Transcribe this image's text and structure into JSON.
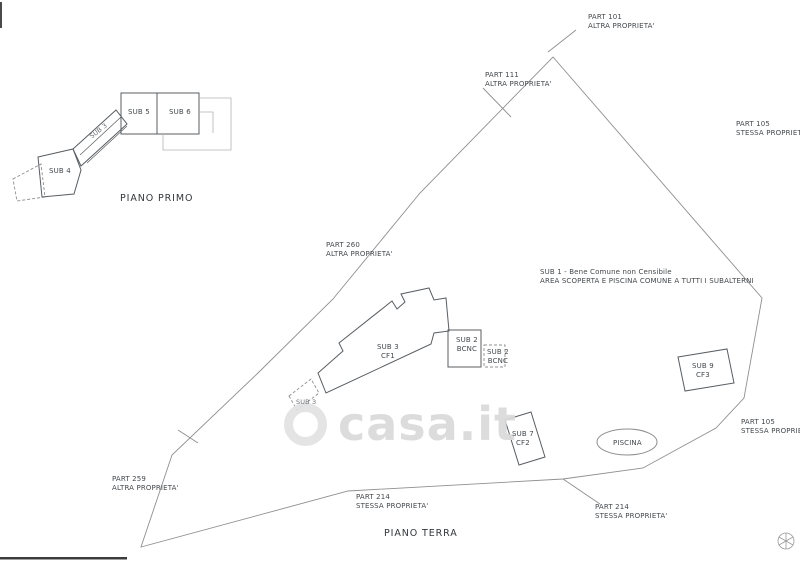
{
  "watermark": {
    "text": "casa.it"
  },
  "colors": {
    "parcel_line": "#8f8f8f",
    "building_line": "#595d61",
    "label_text": "#43484c",
    "watermark_gray": "#dadada"
  },
  "piano_primo": {
    "title": "PIANO PRIMO",
    "labels": {
      "sub4": "SUB 4",
      "sub3": "SUB 3",
      "sub5": "SUB 5",
      "sub6": "SUB 6"
    }
  },
  "piano_terra": {
    "title": "PIANO TERRA",
    "area_note": [
      "SUB 1 - Bene Comune non Censibile",
      "AREA SCOPERTA E PISCINA COMUNE A TUTTI I SUBALTERNI"
    ],
    "parcels": {
      "part_101": [
        "PART 101",
        "ALTRA PROPRIETA'"
      ],
      "part_111": [
        "PART 111",
        "ALTRA PROPRIETA'"
      ],
      "part_105_top": [
        "PART 105",
        "STESSA PROPRIETA'"
      ],
      "part_260": [
        "PART 260",
        "ALTRA PROPRIETA'"
      ],
      "part_105_right": [
        "PART 105",
        "STESSA PROPRIETA'"
      ],
      "part_259": [
        "PART 259",
        "ALTRA PROPRIETA'"
      ],
      "part_214_left": [
        "PART 214",
        "STESSA PROPRIETA'"
      ],
      "part_214_right": [
        "PART 214",
        "STESSA PROPRIETA'"
      ]
    },
    "units": {
      "sub3_cf1": [
        "SUB 3",
        "CF1"
      ],
      "sub2_bcnc_inner": [
        "SUB 2",
        "BCNC"
      ],
      "sub2_bcnc_outer": [
        "SUB 2",
        "BCNC"
      ],
      "sub9_cf3": [
        "SUB 9",
        "CF3"
      ],
      "sub7_cf2": [
        "SUB 7",
        "CF2"
      ],
      "sub3_porch": "SUB 3",
      "piscina": "PISCINA"
    }
  }
}
